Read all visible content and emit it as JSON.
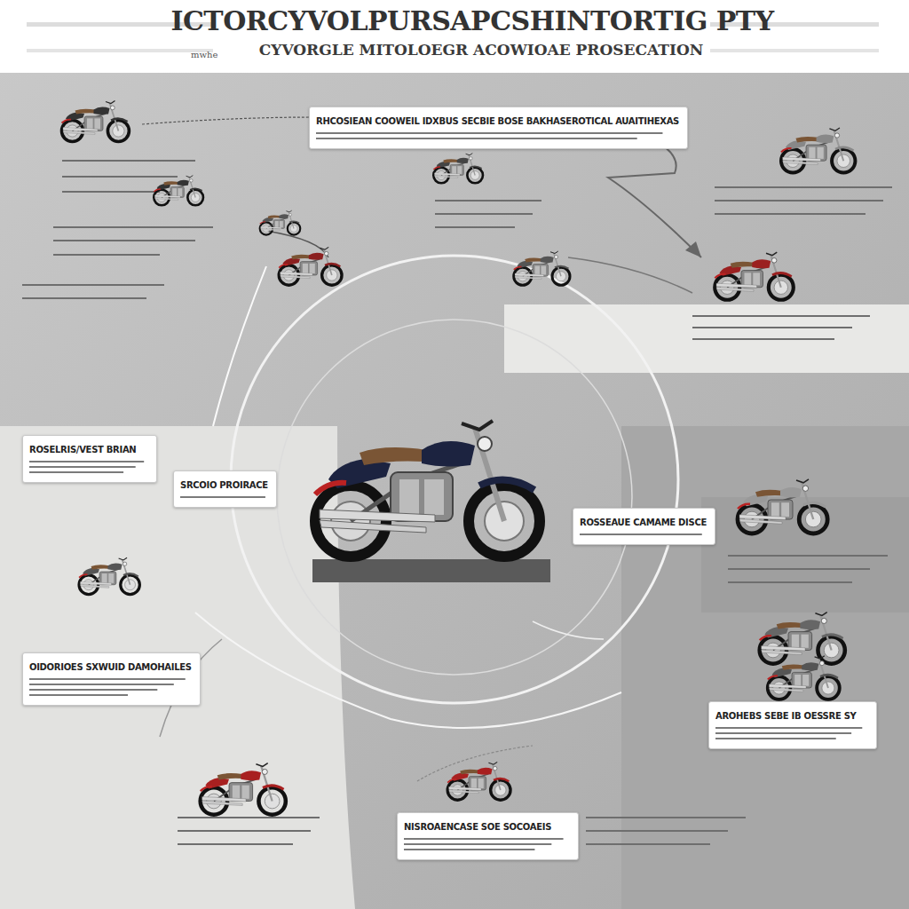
{
  "diagram": {
    "title": "ICTORCYVOLPURSAPCSHINTORTIG PTY",
    "nodes": [
      {
        "text": [
          "RHCOSIEAN COOWEIL IDXBUS SECBIE BOSE BAKHASEROTICAL AUAITIHEXAS"
        ]
      },
      {
        "text": [
          "ROSELRIS/VEST BRIAN"
        ]
      },
      {
        "text": [
          "SRCOIO PROIRACE"
        ]
      },
      {
        "text": [
          "ROSSEAUE CAMAME DISCE"
        ]
      },
      {
        "text": [
          "OIDORIOES SXWUID DAMOHAILES"
        ]
      },
      {
        "text": [
          "AROHEBS SEBE IB OESSRE SY"
        ]
      },
      {
        "text": [
          "NISROAENCASE SOE SOCOAEIS"
        ]
      }
    ],
    "labels": [
      "mwhe",
      "CYVORGLE MITOLOEGR ACOWIOAE PROSECATION"
    ]
  }
}
